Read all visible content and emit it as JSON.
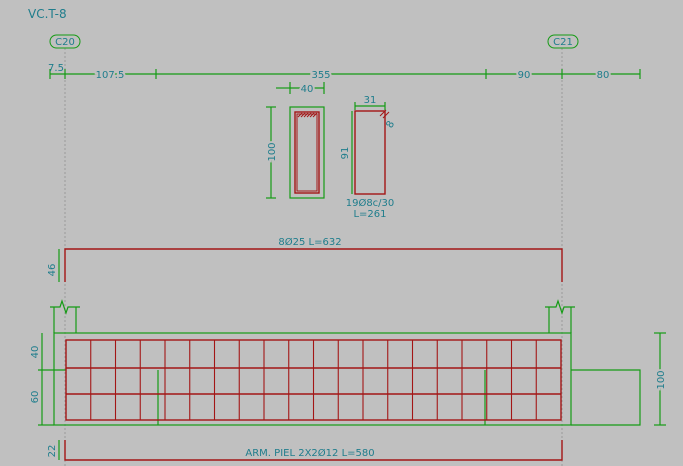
{
  "drawing": {
    "title": "VC.T-8",
    "columns": {
      "left": "C20",
      "right": "C21"
    },
    "top_dimensions": [
      "7.5",
      "107.5",
      "355",
      "90",
      "80"
    ],
    "section": {
      "width": "40",
      "height": "100"
    },
    "stirrup": {
      "width": "31",
      "height": "91",
      "hook": "8",
      "spec": "19Ø8c/30",
      "length": "L=261"
    },
    "top_bar": {
      "label": "8Ø25 L=632",
      "hook": "46"
    },
    "beam_dimensions": {
      "upper": "40",
      "lower": "60",
      "right": "100"
    },
    "bottom_bar": {
      "label": "ARM. PIEL 2X2Ø12 L=580",
      "hook": "22"
    }
  },
  "colors": {
    "background": "#c0c0c0",
    "text": "#1f7d8c",
    "concrete": "#159b15",
    "rebar": "#a31616"
  }
}
